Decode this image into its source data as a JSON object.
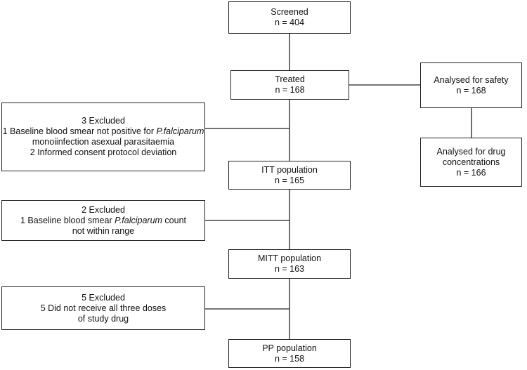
{
  "flowchart": {
    "screened": {
      "title": "Screened",
      "count": "n = 404"
    },
    "treated": {
      "title": "Treated",
      "count": "n = 168"
    },
    "safety": {
      "title": "Analysed for safety",
      "count": "n = 168"
    },
    "drug": {
      "title_line1": "Analysed for drug",
      "title_line2": "concentrations",
      "count": "n = 166"
    },
    "excluded1": {
      "line1": "3  Excluded",
      "line2_prefix": "1 Baseline blood smear not positive for ",
      "line2_italic": "P.falciparum",
      "line3": "monoiinfection asexual parasitaemia",
      "line4": "2 Informed consent protocol deviation"
    },
    "itt": {
      "title": "ITT population",
      "count": "n = 165"
    },
    "excluded2": {
      "line1": "2 Excluded",
      "line2_prefix": "1 Baseline blood smear ",
      "line2_italic": "P.falciparum",
      "line2_suffix": " count",
      "line3": "not within range"
    },
    "mitt": {
      "title": "MITT population",
      "count": "n = 163"
    },
    "excluded3": {
      "line1": "5 Excluded",
      "line2": "5 Did not receive all three doses",
      "line3": "of study drug"
    },
    "pp": {
      "title": "PP population",
      "count": "n = 158"
    }
  }
}
